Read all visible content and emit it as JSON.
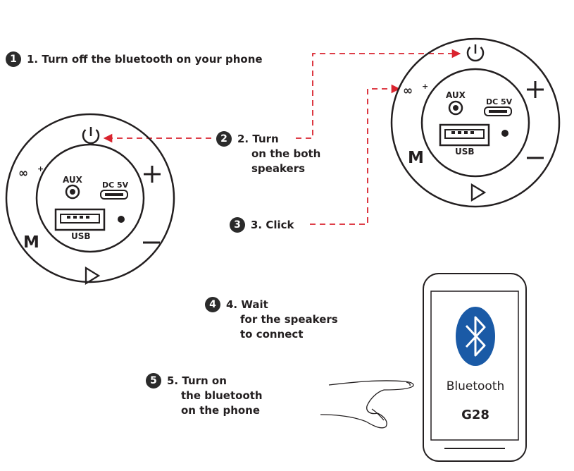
{
  "colors": {
    "dash": "#d9232e",
    "ink": "#231f20",
    "bluetooth": "#1a5aa6"
  },
  "steps": [
    {
      "n": "1",
      "lines": [
        "1. Turn off the bluetooth on your phone"
      ]
    },
    {
      "n": "2",
      "lines": [
        "2. Turn",
        "on the both",
        "speakers"
      ]
    },
    {
      "n": "3",
      "lines": [
        "3. Click"
      ]
    },
    {
      "n": "4",
      "lines": [
        "4. Wait",
        "for the speakers",
        "to connect"
      ]
    },
    {
      "n": "5",
      "lines": [
        "5. Turn on",
        "the bluetooth",
        "on the phone"
      ]
    }
  ],
  "speaker": {
    "aux": "AUX",
    "dc": "DC 5V",
    "usb": "USB",
    "mode": "M",
    "icons": [
      "power-icon",
      "tws-link-icon",
      "plus-icon",
      "minus-icon",
      "play-icon"
    ]
  },
  "phone": {
    "bt_label": "Bluetooth",
    "device": "G28",
    "icons": [
      "bluetooth-icon"
    ]
  }
}
